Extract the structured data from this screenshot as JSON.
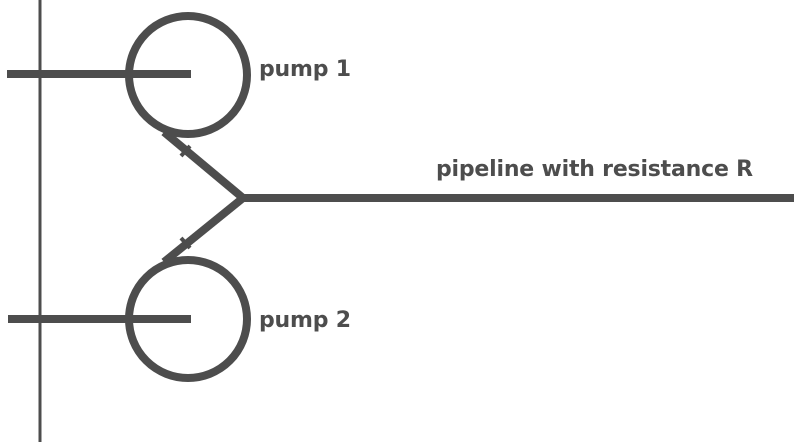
{
  "labels": {
    "pump_1": "pump 1",
    "pump_2": "pump 2",
    "pipeline": "pipeline with resistance R"
  },
  "colors": {
    "line": "#4d4d4d",
    "text": "#4d4d4d",
    "background": "#ffffff"
  }
}
